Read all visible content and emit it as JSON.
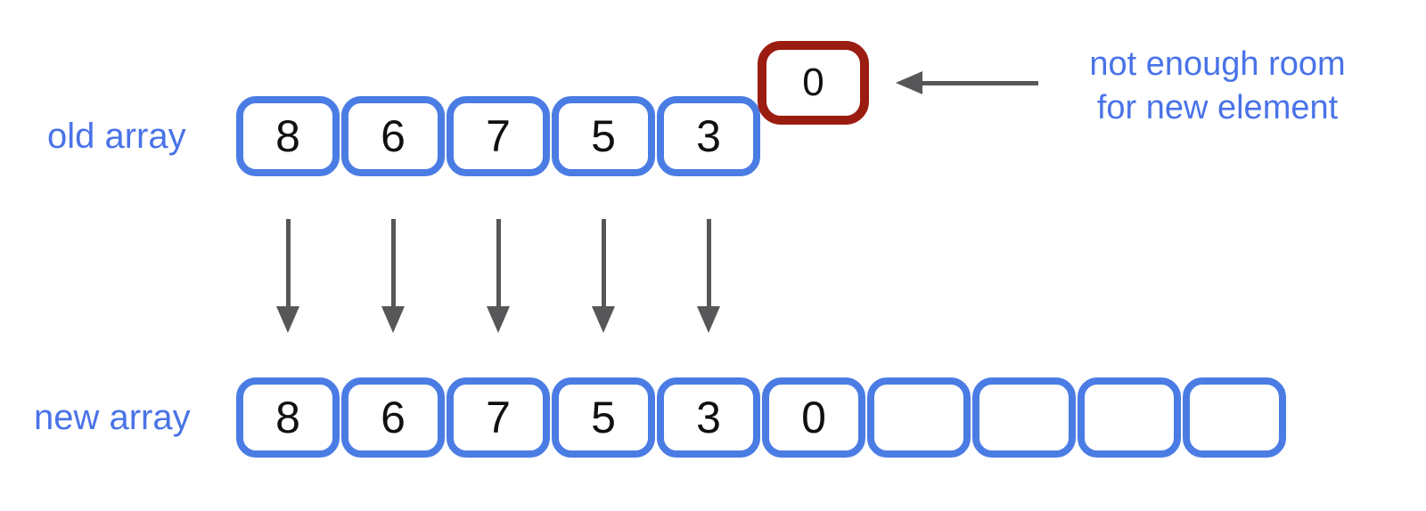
{
  "old_array": {
    "label": "old array",
    "cells": [
      "8",
      "6",
      "7",
      "5",
      "3"
    ]
  },
  "overflow_cell": {
    "value": "0"
  },
  "annotation": {
    "line1": "not enough room",
    "line2": "for new element"
  },
  "new_array": {
    "label": "new array",
    "cells": [
      "8",
      "6",
      "7",
      "5",
      "3",
      "0",
      "",
      "",
      "",
      ""
    ]
  },
  "copy_arrows_count": 5,
  "colors": {
    "array_border": "#4a7ce4",
    "overflow_border": "#9b1c10",
    "label_text": "#4a73e8",
    "arrow": "#57575a",
    "cell_text": "#101010"
  }
}
